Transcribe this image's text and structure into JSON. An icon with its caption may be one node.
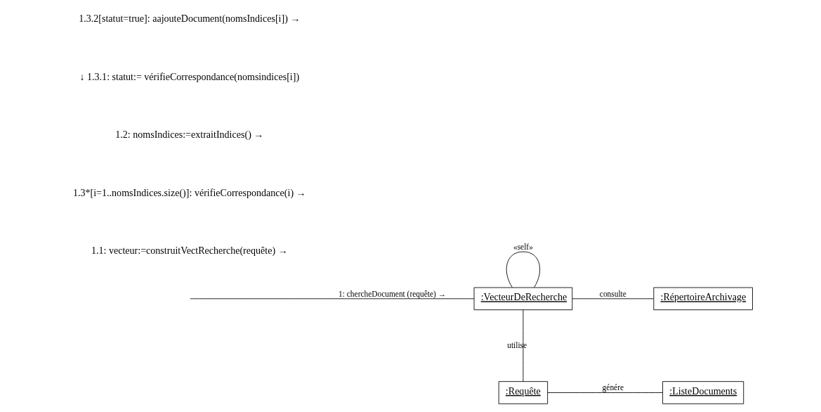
{
  "diagram": {
    "nodes": [
      {
        "text": [
          ":VecteurDeRecherche"
        ]
      },
      {
        "text": [
          ":RépertoireArchivage"
        ]
      },
      {
        "text": [
          ":Requête"
        ]
      },
      {
        "text": [
          ":ListeDocuments"
        ]
      }
    ],
    "edges": [
      {
        "from": null,
        "to": 0,
        "arrow": "none",
        "label": "1: chercheDocument (requête) →"
      },
      {
        "from": 0,
        "to": 0,
        "arrow": "none",
        "label": "«self»"
      },
      {
        "from": 0,
        "to": 1,
        "arrow": "none",
        "label": "consulte"
      },
      {
        "from": 0,
        "to": 2,
        "arrow": "none",
        "label": "utilise"
      },
      {
        "from": 2,
        "to": 3,
        "arrow": "none",
        "label": "génére"
      }
    ],
    "labels": [
      "1.1: vecteur:=construitVectRecherche(requête) →",
      "1.3*[i=1..nomsIndices.size()]: vérifieCorrespondance(i) →",
      "1.2: nomsIndices:=extraitIndices() →",
      "↓ 1.3.1: statut:= vérifieCorrespondance(nomsindices[i])",
      "1.3.2[statut=true]: aajouteDocument(nomsIndices[i]) →"
    ]
  }
}
